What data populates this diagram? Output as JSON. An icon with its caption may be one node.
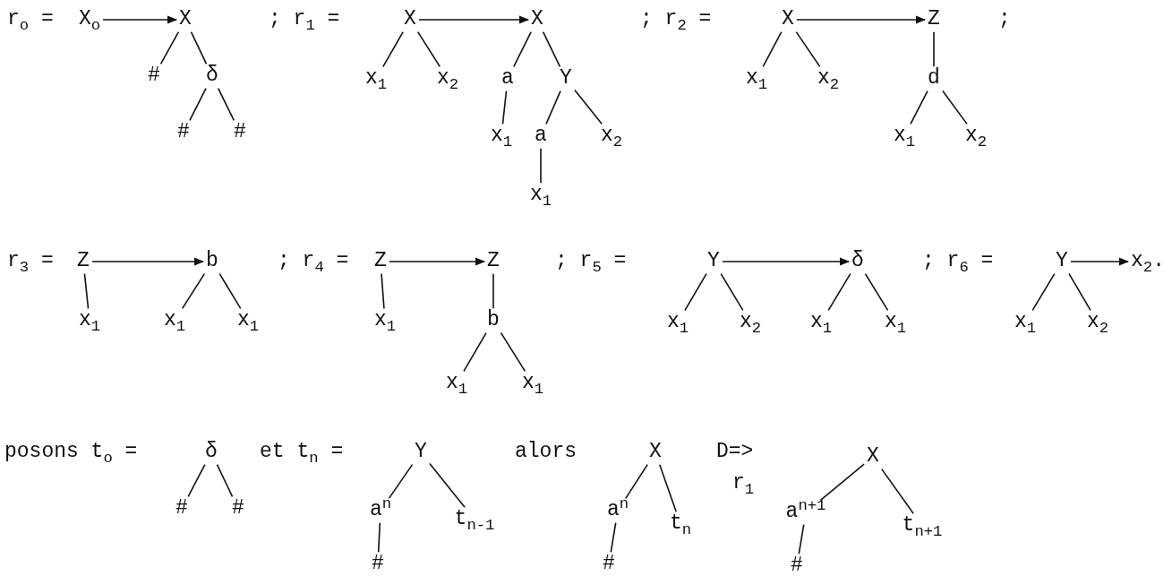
{
  "diagram": {
    "nodes": [
      {
        "text": [
          "X$_{o}$"
        ]
      },
      {
        "text": [
          "X"
        ]
      },
      {
        "text": [
          "#"
        ]
      },
      {
        "text": [
          "δ"
        ]
      },
      {
        "text": [
          "#"
        ]
      },
      {
        "text": [
          "#"
        ]
      },
      {
        "text": [
          "X"
        ]
      },
      {
        "text": [
          "x$_{1}$"
        ]
      },
      {
        "text": [
          "x$_{2}$"
        ]
      },
      {
        "text": [
          "X"
        ]
      },
      {
        "text": [
          "a"
        ]
      },
      {
        "text": [
          "Y"
        ]
      },
      {
        "text": [
          "x$_{1}$"
        ]
      },
      {
        "text": [
          "a"
        ]
      },
      {
        "text": [
          "x$_{1}$"
        ]
      },
      {
        "text": [
          "x$_{2}$"
        ]
      },
      {
        "text": [
          "X"
        ]
      },
      {
        "text": [
          "x$_{1}$"
        ]
      },
      {
        "text": [
          "x$_{2}$"
        ]
      },
      {
        "text": [
          "Z"
        ]
      },
      {
        "text": [
          "d"
        ]
      },
      {
        "text": [
          "x$_{1}$"
        ]
      },
      {
        "text": [
          "x$_{2}$"
        ]
      },
      {
        "text": [
          "Z"
        ]
      },
      {
        "text": [
          "x$_{1}$"
        ]
      },
      {
        "text": [
          "b"
        ]
      },
      {
        "text": [
          "x$_{1}$"
        ]
      },
      {
        "text": [
          "x$_{1}$"
        ]
      },
      {
        "text": [
          "Z"
        ]
      },
      {
        "text": [
          "x$_{1}$"
        ]
      },
      {
        "text": [
          "Z"
        ]
      },
      {
        "text": [
          "b"
        ]
      },
      {
        "text": [
          "x$_{1}$"
        ]
      },
      {
        "text": [
          "x$_{1}$"
        ]
      },
      {
        "text": [
          "Y"
        ]
      },
      {
        "text": [
          "x$_{1}$"
        ]
      },
      {
        "text": [
          "x$_{2}$"
        ]
      },
      {
        "text": [
          "δ"
        ]
      },
      {
        "text": [
          "x$_{1}$"
        ]
      },
      {
        "text": [
          "x$_{1}$"
        ]
      },
      {
        "text": [
          "Y"
        ]
      },
      {
        "text": [
          "x$_{1}$"
        ]
      },
      {
        "text": [
          "x$_{2}$"
        ]
      },
      {
        "text": [
          "x$_{2}$."
        ]
      },
      {
        "text": [
          "δ"
        ]
      },
      {
        "text": [
          "#"
        ]
      },
      {
        "text": [
          "#"
        ]
      },
      {
        "text": [
          "Y"
        ]
      },
      {
        "text": [
          "a$^{n}$"
        ]
      },
      {
        "text": [
          "t$_{n-1}$"
        ]
      },
      {
        "text": [
          "#"
        ]
      },
      {
        "text": [
          "X"
        ]
      },
      {
        "text": [
          "a$^{n}$"
        ]
      },
      {
        "text": [
          "t$_{n}$"
        ]
      },
      {
        "text": [
          "#"
        ]
      },
      {
        "text": [
          "X"
        ]
      },
      {
        "text": [
          "a$^{n+1}$"
        ]
      },
      {
        "text": [
          "t$_{n+1}$"
        ]
      },
      {
        "text": [
          "#"
        ]
      }
    ],
    "edges": [
      {
        "from": 0,
        "to": 1,
        "arrow": "to"
      },
      {
        "from": 1,
        "to": 2,
        "arrow": "none"
      },
      {
        "from": 1,
        "to": 3,
        "arrow": "none"
      },
      {
        "from": 3,
        "to": 4,
        "arrow": "none"
      },
      {
        "from": 3,
        "to": 5,
        "arrow": "none"
      },
      {
        "from": 6,
        "to": 7,
        "arrow": "none"
      },
      {
        "from": 6,
        "to": 8,
        "arrow": "none"
      },
      {
        "from": 6,
        "to": 9,
        "arrow": "to"
      },
      {
        "from": 9,
        "to": 10,
        "arrow": "none"
      },
      {
        "from": 9,
        "to": 11,
        "arrow": "none"
      },
      {
        "from": 10,
        "to": 12,
        "arrow": "none"
      },
      {
        "from": 11,
        "to": 13,
        "arrow": "none"
      },
      {
        "from": 11,
        "to": 15,
        "arrow": "none"
      },
      {
        "from": 13,
        "to": 14,
        "arrow": "none"
      },
      {
        "from": 16,
        "to": 17,
        "arrow": "none"
      },
      {
        "from": 16,
        "to": 18,
        "arrow": "none"
      },
      {
        "from": 16,
        "to": 19,
        "arrow": "to"
      },
      {
        "from": 19,
        "to": 20,
        "arrow": "none"
      },
      {
        "from": 20,
        "to": 21,
        "arrow": "none"
      },
      {
        "from": 20,
        "to": 22,
        "arrow": "none"
      },
      {
        "from": 23,
        "to": 24,
        "arrow": "none"
      },
      {
        "from": 23,
        "to": 25,
        "arrow": "to"
      },
      {
        "from": 25,
        "to": 26,
        "arrow": "none"
      },
      {
        "from": 25,
        "to": 27,
        "arrow": "none"
      },
      {
        "from": 28,
        "to": 29,
        "arrow": "none"
      },
      {
        "from": 28,
        "to": 30,
        "arrow": "to"
      },
      {
        "from": 30,
        "to": 31,
        "arrow": "none"
      },
      {
        "from": 31,
        "to": 32,
        "arrow": "none"
      },
      {
        "from": 31,
        "to": 33,
        "arrow": "none"
      },
      {
        "from": 34,
        "to": 35,
        "arrow": "none"
      },
      {
        "from": 34,
        "to": 36,
        "arrow": "none"
      },
      {
        "from": 34,
        "to": 37,
        "arrow": "to"
      },
      {
        "from": 37,
        "to": 38,
        "arrow": "none"
      },
      {
        "from": 37,
        "to": 39,
        "arrow": "none"
      },
      {
        "from": 40,
        "to": 41,
        "arrow": "none"
      },
      {
        "from": 40,
        "to": 42,
        "arrow": "none"
      },
      {
        "from": 40,
        "to": 43,
        "arrow": "to"
      },
      {
        "from": 44,
        "to": 45,
        "arrow": "none"
      },
      {
        "from": 44,
        "to": 46,
        "arrow": "none"
      },
      {
        "from": 47,
        "to": 48,
        "arrow": "none"
      },
      {
        "from": 47,
        "to": 49,
        "arrow": "none"
      },
      {
        "from": 48,
        "to": 50,
        "arrow": "none"
      },
      {
        "from": 51,
        "to": 52,
        "arrow": "none"
      },
      {
        "from": 51,
        "to": 53,
        "arrow": "none"
      },
      {
        "from": 52,
        "to": 54,
        "arrow": "none"
      },
      {
        "from": 55,
        "to": 56,
        "arrow": "none"
      },
      {
        "from": 55,
        "to": 57,
        "arrow": "none"
      },
      {
        "from": 56,
        "to": 58,
        "arrow": "none"
      }
    ],
    "labels": [
      "r$_{o}$ =",
      "; r$_{1}$ =",
      "; r$_{2}$ =",
      ";",
      "r$_{3}$ =",
      "; r$_{4}$ =",
      "; r$_{5}$ =",
      "; r$_{6}$ =",
      "posons t$_{o}$ =",
      "et t$_{n}$ =",
      "alors",
      "D=>",
      "r$_{1}$"
    ]
  }
}
